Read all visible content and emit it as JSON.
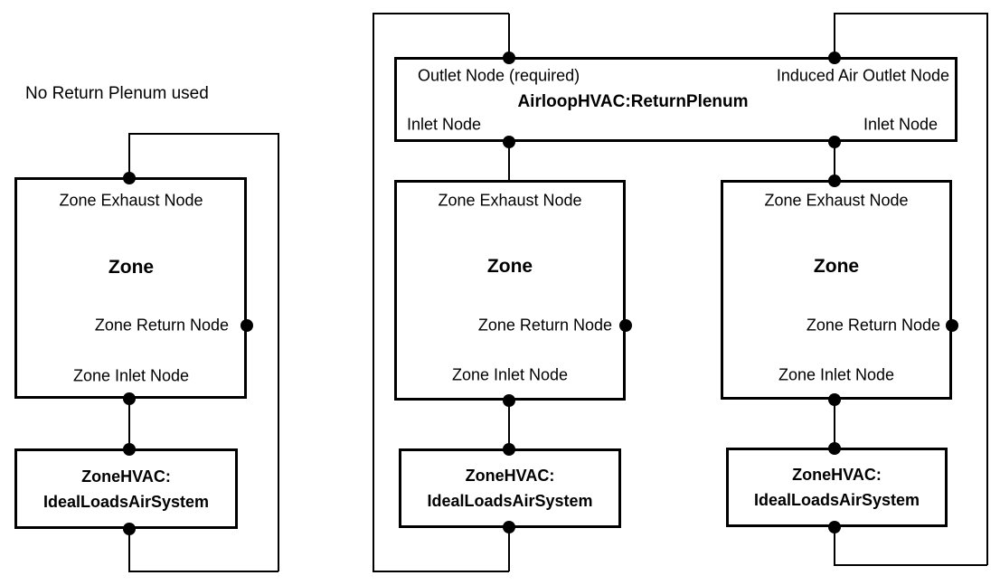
{
  "diagram": {
    "caption": "No Return Plenum used",
    "plenum": {
      "outlet_label": "Outlet Node (required)",
      "induced_outlet_label": "Induced Air Outlet Node",
      "title": "AirloopHVAC:ReturnPlenum",
      "inlet_left_label": "Inlet Node",
      "inlet_right_label": "Inlet Node"
    },
    "zones": [
      {
        "exhaust_label": "Zone Exhaust Node",
        "title": "Zone",
        "return_label": "Zone Return Node",
        "inlet_label": "Zone Inlet Node",
        "hvac_line1": "ZoneHVAC:",
        "hvac_line2": "IdealLoadsAirSystem"
      },
      {
        "exhaust_label": "Zone Exhaust Node",
        "title": "Zone",
        "return_label": "Zone Return Node",
        "inlet_label": "Zone Inlet Node",
        "hvac_line1": "ZoneHVAC:",
        "hvac_line2": "IdealLoadsAirSystem"
      },
      {
        "exhaust_label": "Zone Exhaust Node",
        "title": "Zone",
        "return_label": "Zone Return Node",
        "inlet_label": "Zone Inlet Node",
        "hvac_line1": "ZoneHVAC:",
        "hvac_line2": "IdealLoadsAirSystem"
      }
    ],
    "colors": {
      "ink": "#000000",
      "background": "#ffffff"
    }
  }
}
